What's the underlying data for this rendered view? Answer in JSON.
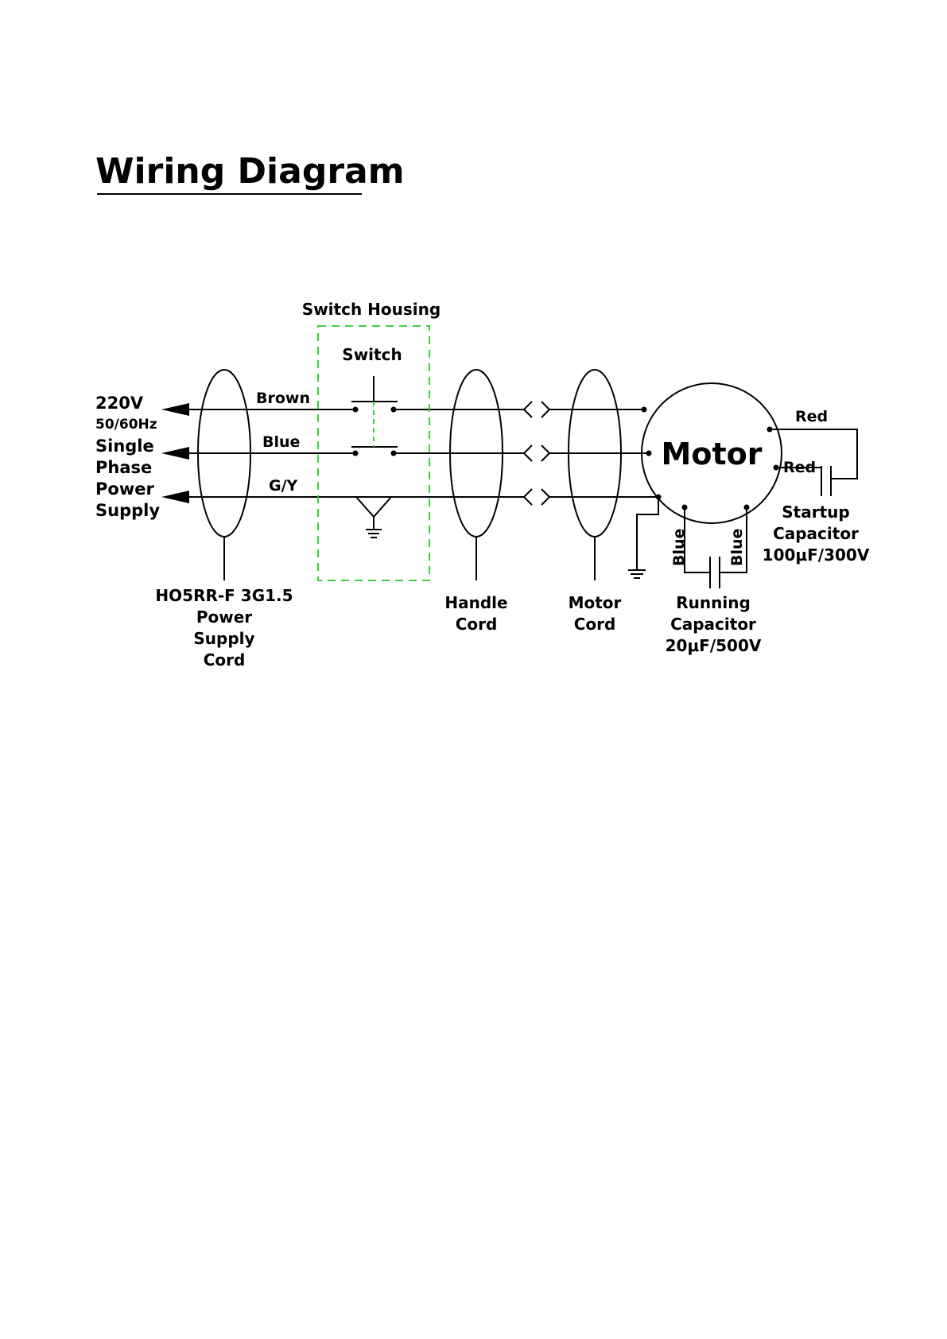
{
  "title": "Wiring Diagram",
  "colors": {
    "line": "#000000",
    "housing": "#22cc22",
    "background": "#ffffff"
  },
  "labels": {
    "switch_housing": "Switch Housing",
    "switch": "Switch",
    "supply_voltage": "220V",
    "supply_freq": "50/60Hz",
    "supply_single": "Single",
    "supply_phase": "Phase",
    "supply_power": "Power",
    "supply_supply": "Supply",
    "wire_brown": "Brown",
    "wire_blue": "Blue",
    "wire_gy": "G/Y",
    "motor": "Motor",
    "red_top": "Red",
    "red_bottom": "Red",
    "blue_left": "Blue",
    "blue_right": "Blue",
    "cord_power_1": "HO5RR-F 3G1.5",
    "cord_power_2": "Power",
    "cord_power_3": "Supply",
    "cord_power_4": "Cord",
    "cord_handle_1": "Handle",
    "cord_handle_2": "Cord",
    "cord_motor_1": "Motor",
    "cord_motor_2": "Cord",
    "running_cap_1": "Running",
    "running_cap_2": "Capacitor",
    "running_cap_3": "20μF/500V",
    "startup_cap_1": "Startup",
    "startup_cap_2": "Capacitor",
    "startup_cap_3": "100μF/300V"
  }
}
